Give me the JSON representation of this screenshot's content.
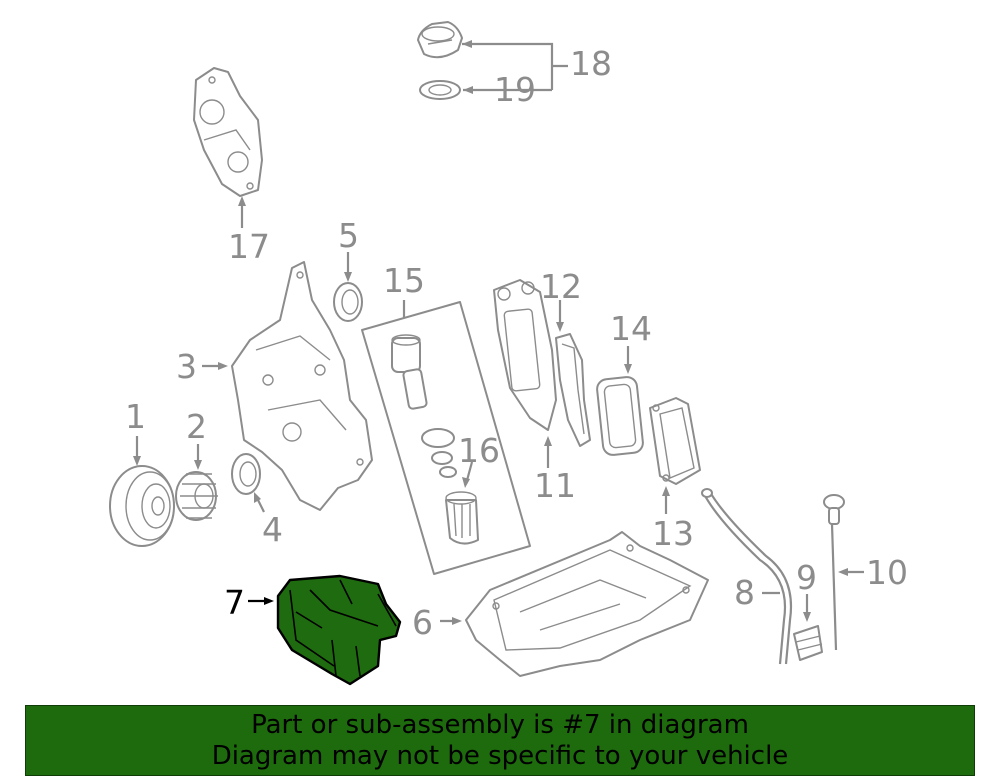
{
  "diagram": {
    "callouts": {
      "c1": "1",
      "c2": "2",
      "c3": "3",
      "c4": "4",
      "c5": "5",
      "c6": "6",
      "c7": "7",
      "c8": "8",
      "c9": "9",
      "c10": "10",
      "c11": "11",
      "c12": "12",
      "c13": "13",
      "c14": "14",
      "c15": "15",
      "c16": "16",
      "c17": "17",
      "c18": "18",
      "c19": "19"
    },
    "highlighted_part": "7",
    "colors": {
      "line": "#8c8c8c",
      "highlight_fill": "#1f6b0f",
      "banner": "#1d6b0d"
    }
  },
  "banner": {
    "line1": "Part or sub-assembly is #7 in diagram",
    "line2": "Diagram may not be specific to your vehicle"
  }
}
